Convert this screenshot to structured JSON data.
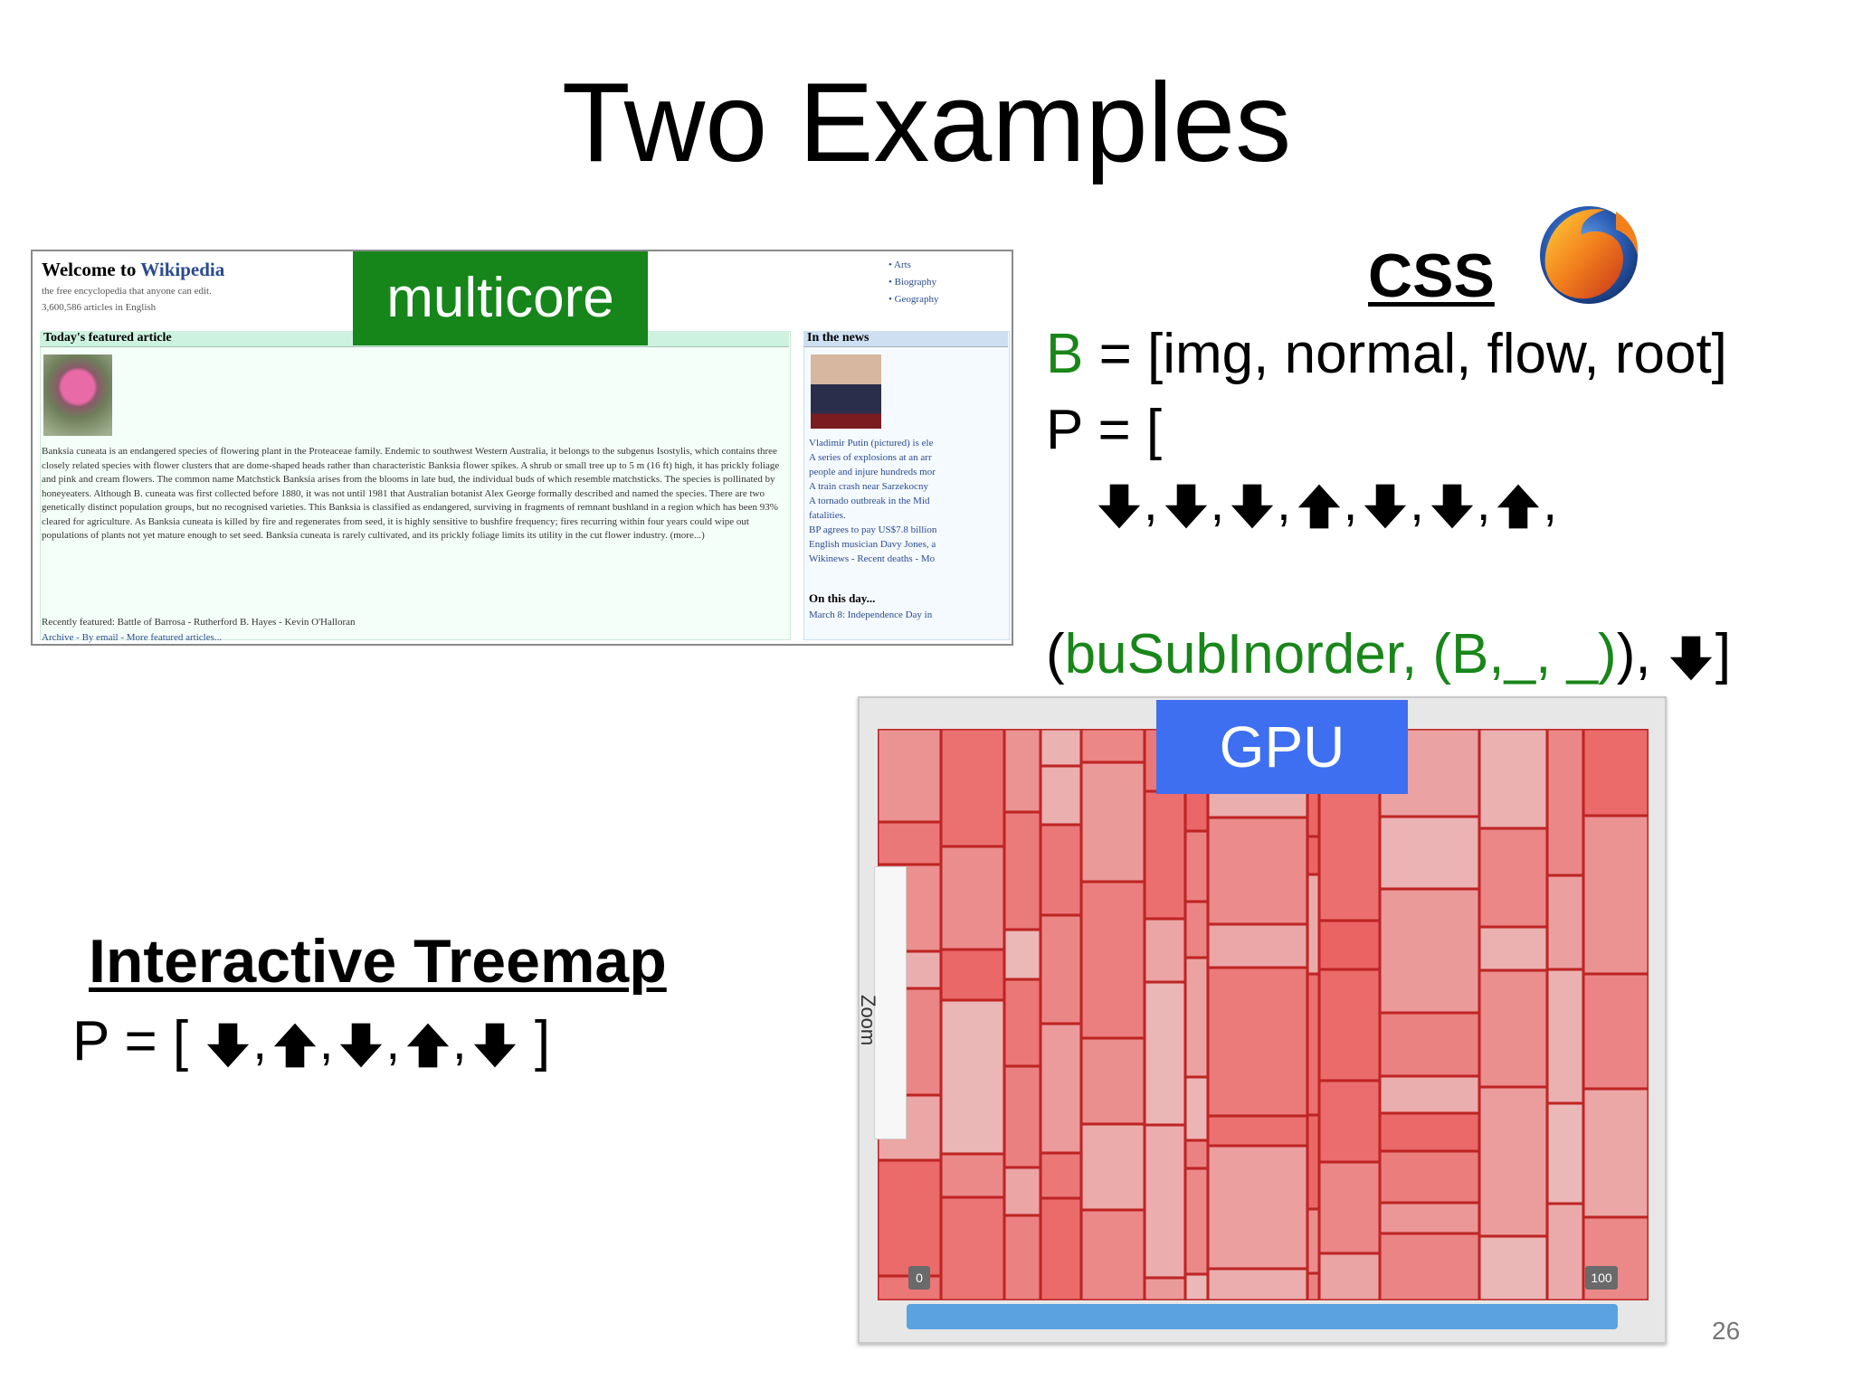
{
  "slide": {
    "title": "Two Examples",
    "page_number": "26"
  },
  "wikipedia": {
    "welcome": "Welcome to",
    "brand": "Wikipedia",
    "subtitle": "the free encyclopedia that anyone can edit.",
    "article_count": "3,600,586 articles in English",
    "portals": [
      "Arts",
      "Biography",
      "Geography"
    ],
    "featured_heading": "Today's featured article",
    "featured_text": "Banksia cuneata is an endangered species of flowering plant in the Proteaceae family. Endemic to southwest Western Australia, it belongs to the subgenus Isostylis, which contains three closely related species with flower clusters that are dome-shaped heads rather than characteristic Banksia flower spikes. A shrub or small tree up to 5 m (16 ft) high, it has prickly foliage and pink and cream flowers. The common name Matchstick Banksia arises from the blooms in late bud, the individual buds of which resemble matchsticks. The species is pollinated by honeyeaters. Although B. cuneata was first collected before 1880, it was not until 1981 that Australian botanist Alex George formally described and named the species. There are two genetically distinct population groups, but no recognised varieties. This Banksia is classified as endangered, surviving in fragments of remnant bushland in a region which has been 93% cleared for agriculture. As Banksia cuneata is killed by fire and regenerates from seed, it is highly sensitive to bushfire frequency; fires recurring within four years could wipe out populations of plants not yet mature enough to set seed. Banksia cuneata is rarely cultivated, and its prickly foliage limits its utility in the cut flower industry. (more...)",
    "recently_featured": "Recently featured: Battle of Barrosa - Rutherford B. Hayes - Kevin O'Halloran",
    "archive": "Archive - By email - More featured articles...",
    "news_heading": "In the news",
    "news_items": [
      "Vladimir Putin (pictured) is ele",
      "A series of explosions at an arr",
      "people and injure hundreds mor",
      "A train crash near Sarzekocny",
      "A tornado outbreak in the Mid",
      "fatalities.",
      "BP agrees to pay US$7.8 billion",
      "English musician Davy Jones, a",
      "Wikinews - Recent deaths - Mo"
    ],
    "on_this_day_heading": "On this day...",
    "on_this_day_text": "March 8: Independence Day in"
  },
  "labels": {
    "multicore": "multicore",
    "gpu": "GPU",
    "css": "CSS",
    "interactive_treemap": "Interactive Treemap"
  },
  "css_example": {
    "b_prefix": "B",
    "b_rest": " = [img, normal, flow, root]",
    "p_open": "P = [",
    "arrows": [
      "down",
      "down",
      "down",
      "up",
      "down",
      "down",
      "up"
    ],
    "bu_open": "(",
    "bu_green": "buSubInorder, (B,_, _)",
    "bu_close": "), ",
    "final_arrow": "down",
    "bu_end": "]"
  },
  "treemap_example": {
    "p_open": "P = [ ",
    "arrows": [
      "down",
      "up",
      "down",
      "up",
      "down"
    ],
    "p_close": " ]",
    "zoom_label": "Zoom",
    "slider_min": "0",
    "slider_max": "100"
  },
  "colors": {
    "multicore_bg": "#16861a",
    "gpu_bg": "#3e6ff0",
    "green_text": "#19861a",
    "treemap_red": "#e53030"
  },
  "icons": {
    "browser_logo": "firefox-logo",
    "arrow_down": "arrow-down-icon",
    "arrow_up": "arrow-up-icon"
  }
}
